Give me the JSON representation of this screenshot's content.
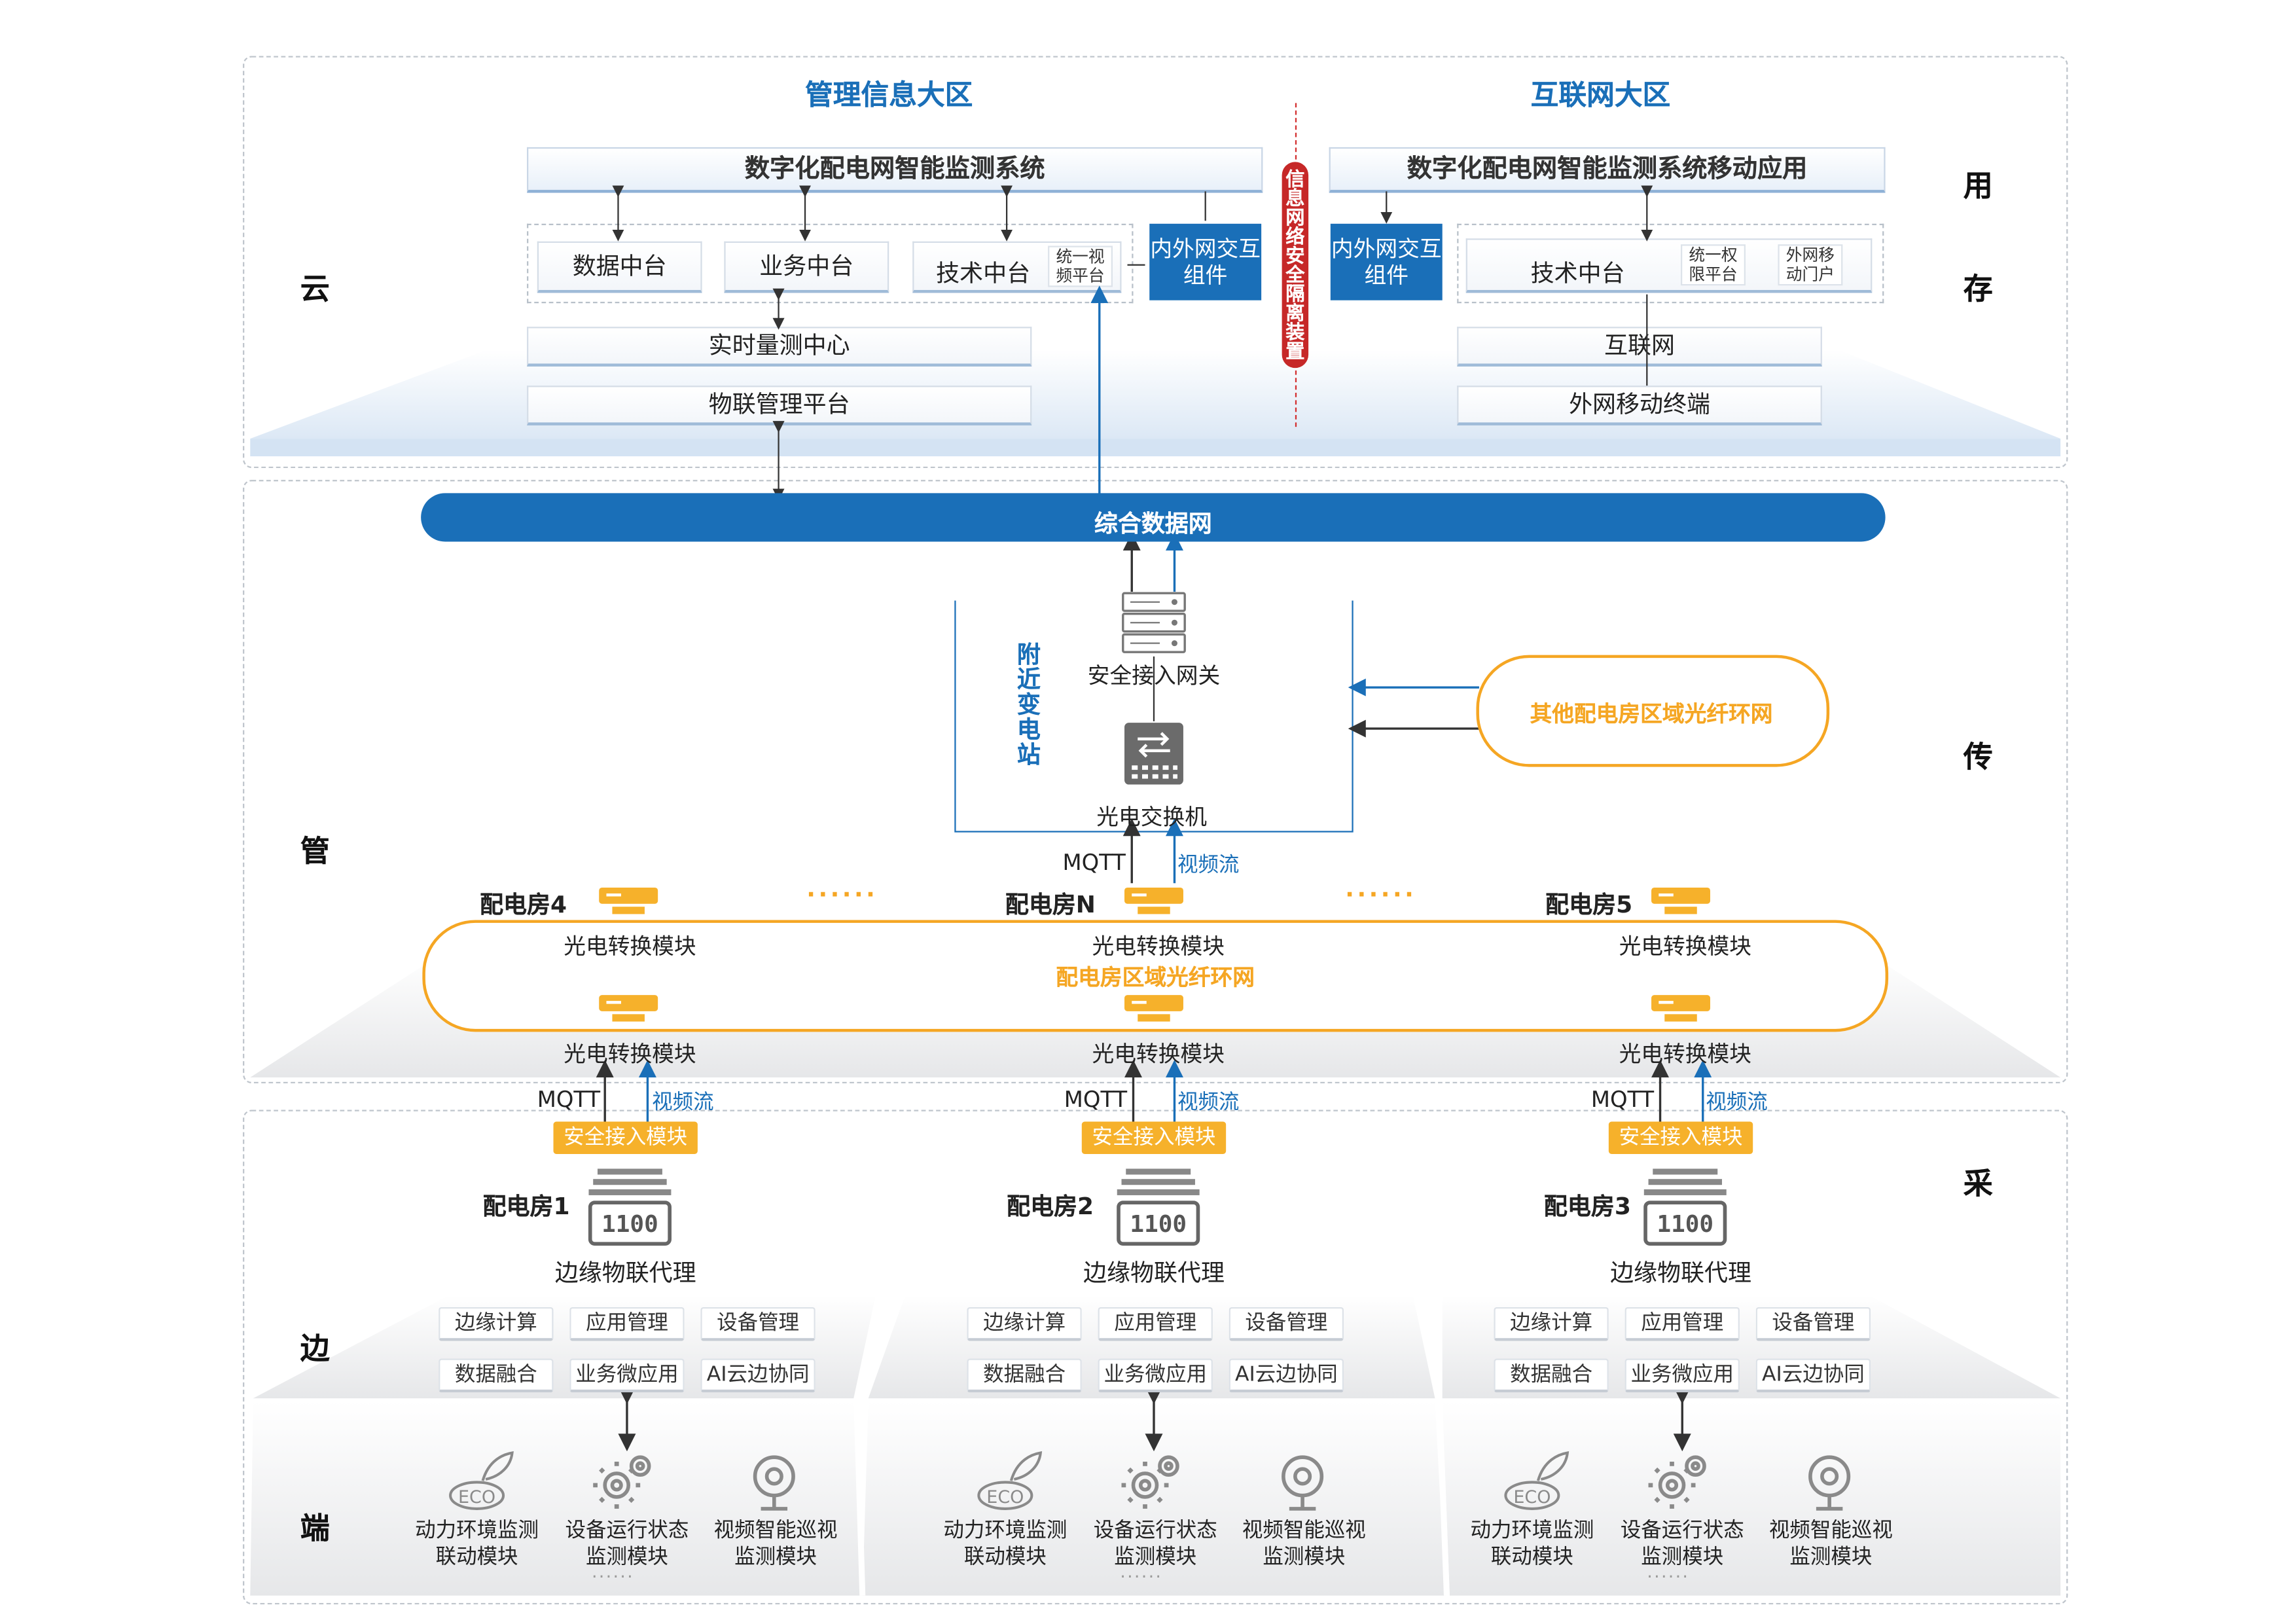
{
  "sides": {
    "left": [
      "云",
      "管",
      "边",
      "端"
    ],
    "right": [
      "用",
      "存",
      "传",
      "采"
    ]
  },
  "cloud": {
    "zone_left": "管理信息大区",
    "zone_right": "互联网大区",
    "system_left": "数字化配电网智能监测系统",
    "system_right": "数字化配电网智能监测系统移动应用",
    "data_platform": "数据中台",
    "business_platform": "业务中台",
    "tech_platform": "技术中台",
    "video_platform": "统一视频平台",
    "realtime_center": "实时量测中心",
    "iot_platform": "物联管理平台",
    "interact_left": "内外网交互组件",
    "interact_right": "内外网交互组件",
    "isolation_device": "信息网络安全隔离装置",
    "tech_platform_right": "技术中台",
    "auth_platform": "统一权限平台",
    "mobile_portal": "外网移动门户",
    "internet": "互联网",
    "mobile_terminal": "外网移动终端"
  },
  "pipe": {
    "data_network": "综合数据网",
    "nearby_substation": "附近变电站",
    "gateway": "安全接入网关",
    "switch": "光电交换机",
    "other_ring": "其他配电房区域光纤环网",
    "mqtt": "MQTT",
    "video_stream": "视频流",
    "ring_name": "配电房区域光纤环网",
    "rooms_top": [
      "配电房4",
      "配电房N",
      "配电房5"
    ],
    "converter": "光电转换模块",
    "dots": "······"
  },
  "edge": {
    "rooms": [
      "配电房1",
      "配电房2",
      "配电房3"
    ],
    "secure_module": "安全接入模块",
    "agent": "边缘物联代理",
    "functions": [
      "边缘计算",
      "应用管理",
      "设备管理",
      "数据融合",
      "业务微应用",
      "AI云边协同"
    ]
  },
  "terminal": {
    "modules": [
      {
        "name": "动力环境监测联动模块",
        "icon": "eco-icon"
      },
      {
        "name": "设备运行状态监测模块",
        "icon": "gears-icon"
      },
      {
        "name": "视频智能巡视监测模块",
        "icon": "camera-icon"
      }
    ],
    "dots": "······"
  },
  "colors": {
    "blue": "#1a6fb8",
    "orange": "#f6b12b",
    "ring_orange": "#f5a623",
    "dark_arrow": "#333333",
    "isolation_red": "#c62828"
  }
}
